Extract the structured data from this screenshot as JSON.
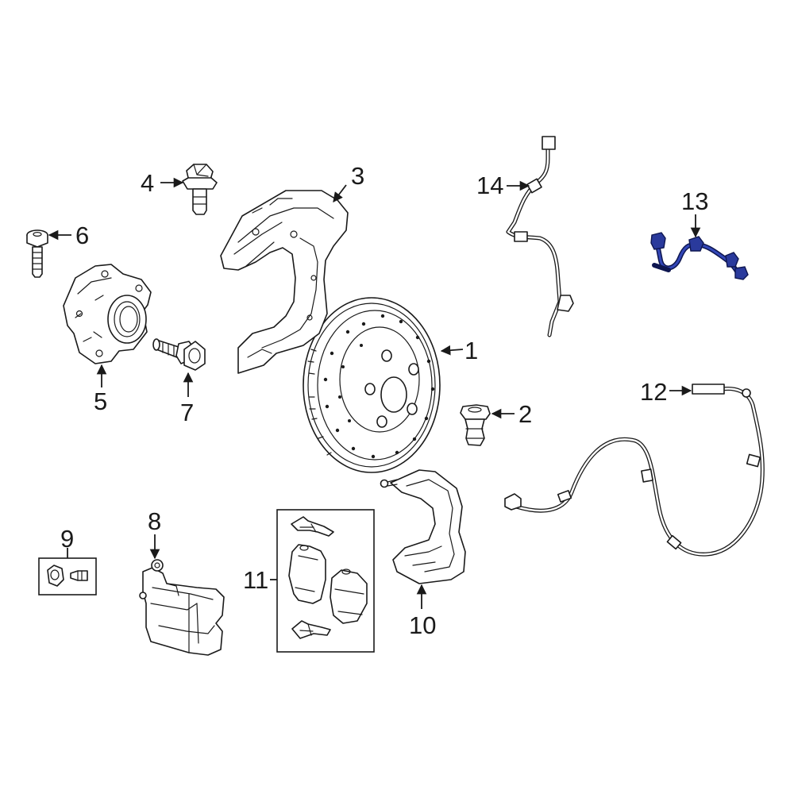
{
  "callouts": {
    "c1": "1",
    "c2": "2",
    "c3": "3",
    "c4": "4",
    "c5": "5",
    "c6": "6",
    "c7": "7",
    "c8": "8",
    "c9": "9",
    "c10": "10",
    "c11": "11",
    "c12": "12",
    "c13": "13",
    "c14": "14"
  },
  "colors": {
    "line": "#1a1a1a",
    "highlight": "#2a3a9c",
    "background": "#ffffff"
  }
}
